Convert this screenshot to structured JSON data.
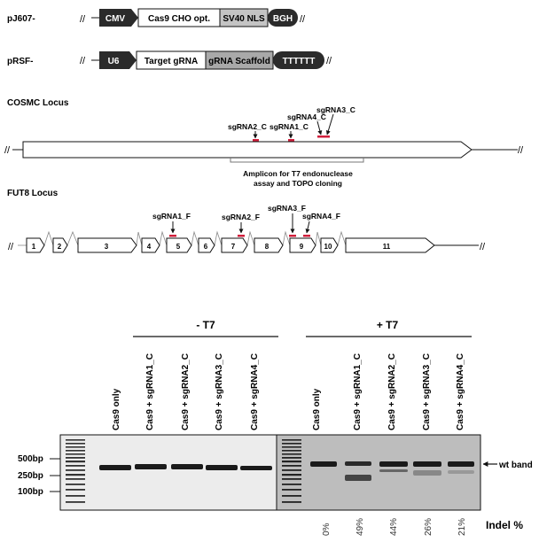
{
  "constructs": [
    {
      "label": "pJ607-",
      "parts": [
        "CMV",
        "Cas9 CHO opt.",
        "SV40 NLS",
        "BGH"
      ]
    },
    {
      "label": "pRSF-",
      "parts": [
        "U6",
        "Target gRNA",
        "gRNA Scaffold",
        "TTTTTT"
      ]
    }
  ],
  "break_mark": "//",
  "cosmc": {
    "title": "COSMC Locus",
    "guides": [
      "sgRNA2_C",
      "sgRNA1_C",
      "sgRNA4_C",
      "sgRNA3_C"
    ],
    "amplicon_line1": "Amplicon for T7 endonuclease",
    "amplicon_line2": "assay and TOPO cloning"
  },
  "fut8": {
    "title": "FUT8 Locus",
    "exons": [
      "1",
      "2",
      "3",
      "4",
      "5",
      "6",
      "7",
      "8",
      "9",
      "10",
      "11"
    ],
    "guides": [
      "sgRNA1_F",
      "sgRNA2_F",
      "sgRNA3_F",
      "sgRNA4_F"
    ]
  },
  "gel": {
    "minus_label": "- T7",
    "plus_label": "+ T7",
    "lanes": [
      "Cas9 only",
      "Cas9 + sgRNA1_C",
      "Cas9 + sgRNA2_C",
      "Cas9 + sgRNA3_C",
      "Cas9 + sgRNA4_C"
    ],
    "markers": [
      "500bp",
      "250bp",
      "100bp"
    ],
    "wt_band": "wt band",
    "indel_title": "Indel %",
    "indel_values": [
      "0%",
      "49%",
      "44%",
      "26%",
      "21%"
    ]
  },
  "colors": {
    "promoter": "#2b2b2b",
    "scaffold": "#a9a9a9",
    "nls": "#c4c4c4",
    "guide_mark": "#d01f3c",
    "gel_left": "#ececec",
    "gel_right": "#bdbdbd"
  }
}
